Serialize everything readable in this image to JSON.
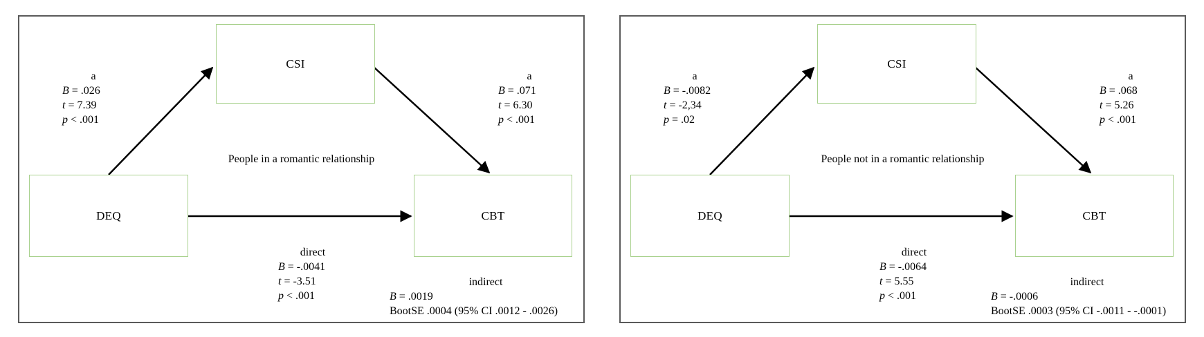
{
  "diagram": {
    "colors": {
      "box_border": "#a9d18e",
      "frame_border": "#5a5a5a",
      "arrow": "#000000"
    },
    "panels": [
      {
        "group_label": "People in a romantic relationship",
        "predictor": "DEQ",
        "mediator": "CSI",
        "outcome": "CBT",
        "path_a": {
          "label": "a",
          "stats": [
            {
              "sym": "B",
              "rest": " = .026"
            },
            {
              "sym": "t",
              "rest": " = 7.39"
            },
            {
              "sym": "p",
              "rest": " < .001"
            }
          ]
        },
        "path_b": {
          "label": "a",
          "stats": [
            {
              "sym": "B",
              "rest": " = .071"
            },
            {
              "sym": "t",
              "rest": " = 6.30"
            },
            {
              "sym": "p",
              "rest": " < .001"
            }
          ]
        },
        "direct": {
          "label": "direct",
          "stats": [
            {
              "sym": "B",
              "rest": " = -.0041"
            },
            {
              "sym": "t",
              "rest": " = -3.51"
            },
            {
              "sym": "p",
              "rest": " < .001"
            }
          ]
        },
        "indirect": {
          "label": "indirect",
          "b_line": {
            "sym": "B",
            "rest": " = .0019"
          },
          "boot_line": "BootSE .0004 (95% CI .0012 - .0026)"
        }
      },
      {
        "group_label": "People not in a romantic relationship",
        "predictor": "DEQ",
        "mediator": "CSI",
        "outcome": "CBT",
        "path_a": {
          "label": "a",
          "stats": [
            {
              "sym": "B",
              "rest": " = -.0082"
            },
            {
              "sym": "t",
              "rest": " = -2,34"
            },
            {
              "sym": "p",
              "rest": " = .02"
            }
          ]
        },
        "path_b": {
          "label": "a",
          "stats": [
            {
              "sym": "B",
              "rest": " = .068"
            },
            {
              "sym": "t",
              "rest": " = 5.26"
            },
            {
              "sym": "p",
              "rest": " < .001"
            }
          ]
        },
        "direct": {
          "label": "direct",
          "stats": [
            {
              "sym": "B",
              "rest": " = -.0064"
            },
            {
              "sym": "t",
              "rest": " = 5.55"
            },
            {
              "sym": "p",
              "rest": " < .001"
            }
          ]
        },
        "indirect": {
          "label": "indirect",
          "b_line": {
            "sym": "B",
            "rest": " = -.0006"
          },
          "boot_line": "BootSE .0003 (95% CI -.0011 - -.0001)"
        }
      }
    ]
  }
}
